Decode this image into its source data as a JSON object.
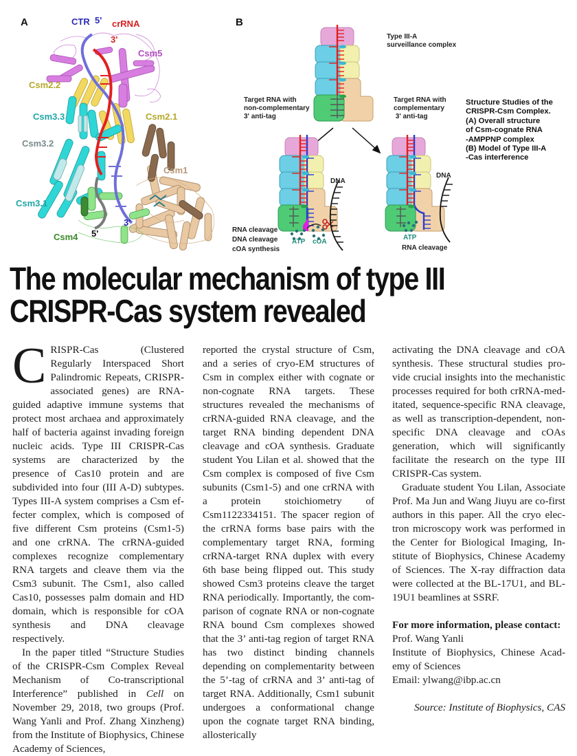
{
  "figure": {
    "panel_a": {
      "label": "A",
      "labels": {
        "ctr": "CTR",
        "five_prime_top": "5'",
        "three_prime_top": "3'",
        "crrna": "crRNA",
        "csm5": "Csm5",
        "csm2_2": "Csm2.2",
        "csm3_3": "Csm3.3",
        "csm2_1": "Csm2.1",
        "csm3_2": "Csm3.2",
        "csm1": "Csm1",
        "csm3_1": "Csm3.1",
        "csm4": "Csm4",
        "five_prime_bottom": "5'",
        "three_prime_bottom": "3'"
      },
      "colors": {
        "ctr": "#2a2ab8",
        "crrna": "#d42020",
        "csm5": "#b04cc0",
        "csm2": "#b5a82a",
        "csm3_3": "#1fa6a6",
        "csm3_2": "#7a8a8a",
        "csm1": "#b89878",
        "csm3_1": "#1fa6a6",
        "csm4": "#3a8a2a"
      }
    },
    "panel_b": {
      "label": "B",
      "surveillance_complex": [
        "Type III-A",
        "surveillance complex"
      ],
      "left_condition": [
        "Target RNA with",
        "non-complementary",
        "3' anti-tag"
      ],
      "right_condition": [
        "Target RNA with",
        "complementary",
        " 3' anti-tag"
      ],
      "dna_left": "DNA",
      "dna_right": "DNA",
      "atp_left": "ATP",
      "coa": "cOA",
      "atp_right": "ATP",
      "left_outcomes": [
        "RNA cleavage",
        "DNA cleavage",
        "cOA synthesis"
      ],
      "right_outcome": "RNA cleavage"
    },
    "caption": [
      "Structure Studies of the",
      "CRISPR-Csm Complex.",
      "(A) Overall structure",
      "of Csm-cognate RNA",
      "-AMPPNP complex",
      "(B) Model of Type III-A",
      "-Cas interference"
    ]
  },
  "headline": {
    "line1": "The molecular mechanism of type III",
    "line2": "CRISPR-Cas system revealed"
  },
  "article": {
    "dropcap": "C",
    "p1_rest": "RISPR-Cas (Clustered Regularly Interspaced Short Palindromic Repeats, CRISPR-associated genes) are RNA-guided adaptive im­mune systems that protect most archaea and approximately half of bacteria against invading foreign nucleic acids. Type III CRISPR-Cas systems are characterized by the presence of Cas10 protein and are subdivided into four (III A-D) subtypes. Types III-A system comprises a Csm ef­fecter complex, which is composed of five different Csm proteins (Csm1-5) and one crRNA. The crRNA-guided complexes recognize complementary RNA targets and cleave them via the Csm3 subunit. The Csm1, also called Cas10, possesses palm domain and HD domain, which is responsible for cOA synthesis and DNA cleavage respectively.",
    "p2_before_italic": "In the paper titled “Structure Studies of the CRISPR-Csm Complex Reveal Mech­anism of Co-transcriptional Interference” published in ",
    "p2_italic": "Cell",
    "p2_after_italic": " on November 29, 2018, two groups (Prof. Wang Yanli and Prof. Zhang Xinzheng) from the Institute of Biophysics, Chinese Academy of Sciences,",
    "p2_col2": "reported the crystal structure of Csm, and a series of cryo-EM structures of Csm in complex either with cognate or non-cognate RNA targets. These structures re­vealed the mechanisms of crRNA-guided RNA cleavage, and the target RNA bind­ing dependent DNA cleavage and cOA synthesis. Graduate student You Lilan et al. showed that the Csm complex is com­posed of five Csm subunits (Csm1-5) and one crRNA with a protein stoichiometry of Csm1122334151. The spacer region of the crRNA forms base pairs with the complementary target RNA, forming crRNA-target RNA duplex with every 6th base being flipped out. This study showed Csm3 proteins cleave the target RNA periodically. Importantly, the com­parison of cognate RNA or non-cognate RNA bound Csm complexes showed that the 3’ anti-tag region of target RNA has two distinct binding channels depending on complementarity between the 5’-tag of crRNA and 3’ anti-tag of target RNA. Additionally, Csm1 subunit undergoes a conformational change upon the cog­nate target RNA binding, allosterically",
    "p2_col3": "activating the DNA cleavage and cOA synthesis. These structural studies pro­vide crucial insights into the mechanistic processes required for both crRNA-med­itated, sequence-specific RNA cleavage, as well as transcription-dependent, non-specific DNA cleavage and cOAs genera­tion, which will significantly facilitate the research on the type III CRISPR-Cas sys­tem.",
    "p3": "Graduate student You Lilan, Associate Prof. Ma Jun and Wang Jiuyu are co-first authors in this paper. All the cryo elec­tron microscopy work was performed in the Center for Biological Imaging, In­stitute of Biophysics, Chinese Academy of Sciences. The X-ray diffraction data were collected at the BL-17U1, and BL-19U1 beamlines at SSRF."
  },
  "contact": {
    "heading": "For more information, please contact:",
    "name": "Prof. Wang Yanli",
    "institution_line1": "Institute of Biophysics, Chinese Acad-",
    "institution_line2": "emy of Sciences",
    "email": "Email: ylwang@ibp.ac.cn"
  },
  "source": "Source: Institute of Biophysics, CAS"
}
